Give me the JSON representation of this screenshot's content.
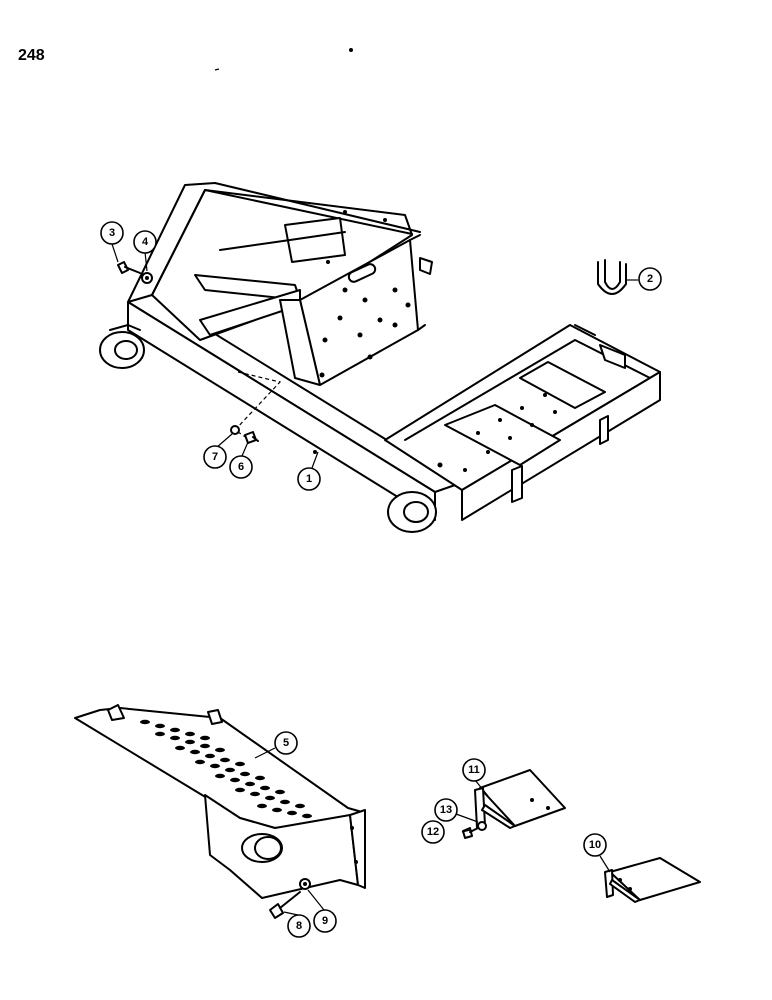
{
  "page_number": "248",
  "callouts": [
    {
      "id": "c1",
      "label": "1"
    },
    {
      "id": "c2",
      "label": "2"
    },
    {
      "id": "c3",
      "label": "3"
    },
    {
      "id": "c4",
      "label": "4"
    },
    {
      "id": "c5",
      "label": "5"
    },
    {
      "id": "c6",
      "label": "6"
    },
    {
      "id": "c7",
      "label": "7"
    },
    {
      "id": "c8",
      "label": "8"
    },
    {
      "id": "c9",
      "label": "9"
    },
    {
      "id": "c10",
      "label": "10"
    },
    {
      "id": "c11",
      "label": "11"
    },
    {
      "id": "c12",
      "label": "12"
    },
    {
      "id": "c13",
      "label": "13"
    }
  ]
}
